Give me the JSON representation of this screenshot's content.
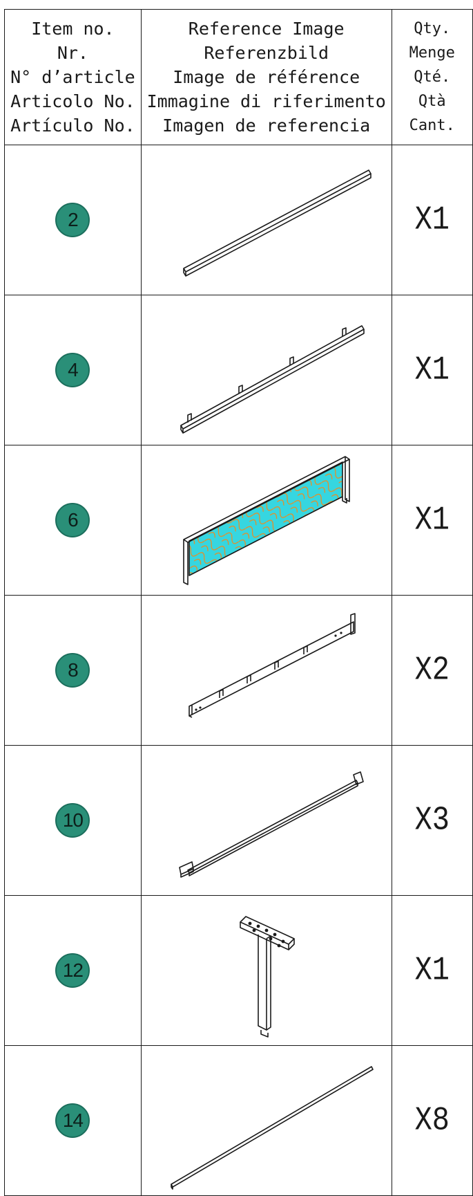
{
  "header": {
    "col_item": [
      "Item no.",
      "Nr.",
      "N° d’article",
      "Articolo No.",
      "Artículo No."
    ],
    "col_image": [
      "Reference Image",
      "Referenzbild",
      "Image de référence",
      "Immagine di riferimento",
      "Imagen de referencia"
    ],
    "col_qty": [
      "Qty.",
      "Menge",
      "Qté.",
      "Qtà",
      "Cant."
    ]
  },
  "rows": [
    {
      "item": "2",
      "qty": "X1",
      "icon": "rail-bar-icon"
    },
    {
      "item": "4",
      "qty": "X1",
      "icon": "slat-support-rail-icon"
    },
    {
      "item": "6",
      "qty": "X1",
      "icon": "padded-headboard-panel-icon"
    },
    {
      "item": "8",
      "qty": "X2",
      "icon": "side-rail-with-brackets-icon"
    },
    {
      "item": "10",
      "qty": "X3",
      "icon": "center-support-bar-icon"
    },
    {
      "item": "12",
      "qty": "X1",
      "icon": "support-leg-icon"
    },
    {
      "item": "14",
      "qty": "X8",
      "icon": "slat-rod-icon"
    }
  ],
  "colors": {
    "badge_fill": "#2a8f78",
    "panel_fill": "#36d6e0",
    "panel_pattern": "#f08a1c"
  }
}
